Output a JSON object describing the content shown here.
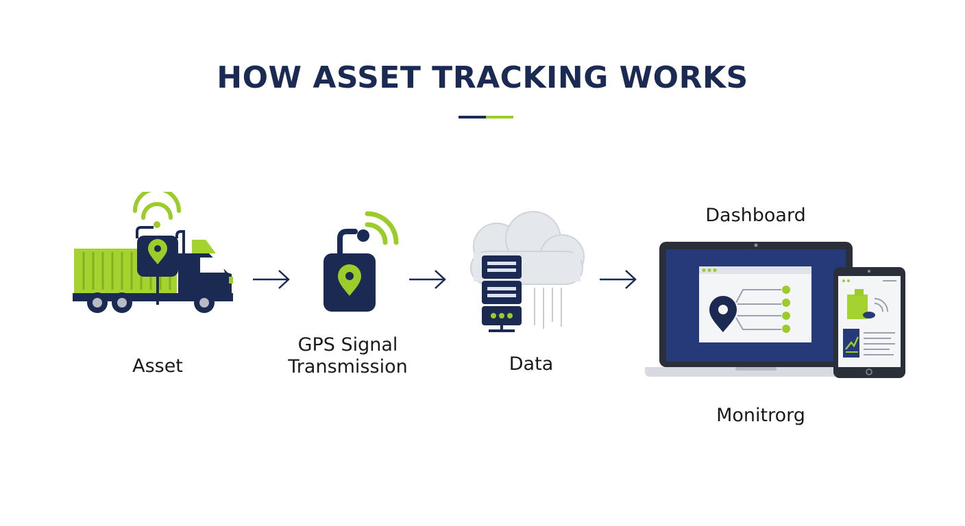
{
  "title": "HOW ASSET TRACKING WORKS",
  "steps": [
    {
      "label": "Asset",
      "icon": "truck-with-tracker-icon"
    },
    {
      "label_line1": "GPS Signal",
      "label_line2": "Transmission",
      "icon": "gps-tracker-icon"
    },
    {
      "label": "Data",
      "icon": "cloud-server-icon"
    },
    {
      "label_top": "Dashboard",
      "label_bottom": "Monitrorg",
      "icon": "dashboard-devices-icon"
    }
  ],
  "colors": {
    "navy": "#1b2a52",
    "lime": "#9ccc29",
    "gray": "#b7bcc4"
  }
}
